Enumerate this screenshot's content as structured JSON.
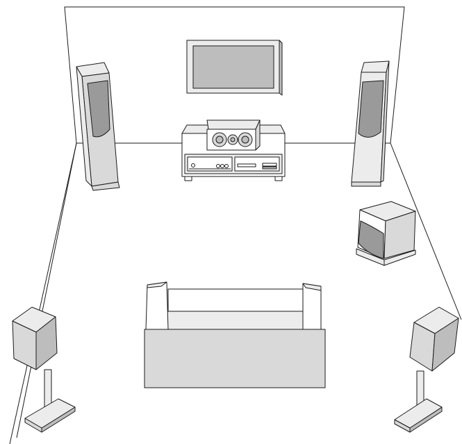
{
  "scene": {
    "kind": "home theater speaker layout",
    "colors": {
      "line": "#1a1a1a",
      "background": "#ffffff",
      "light": "#ececec",
      "mid": "#d9d9d9",
      "dark": "#bdbdbd",
      "cone": "#9a9a9a"
    },
    "components": [
      "room",
      "tv",
      "media-console",
      "center-speaker",
      "front-left-speaker",
      "front-right-speaker",
      "subwoofer",
      "sofa",
      "surround-left-speaker",
      "surround-right-speaker"
    ]
  }
}
